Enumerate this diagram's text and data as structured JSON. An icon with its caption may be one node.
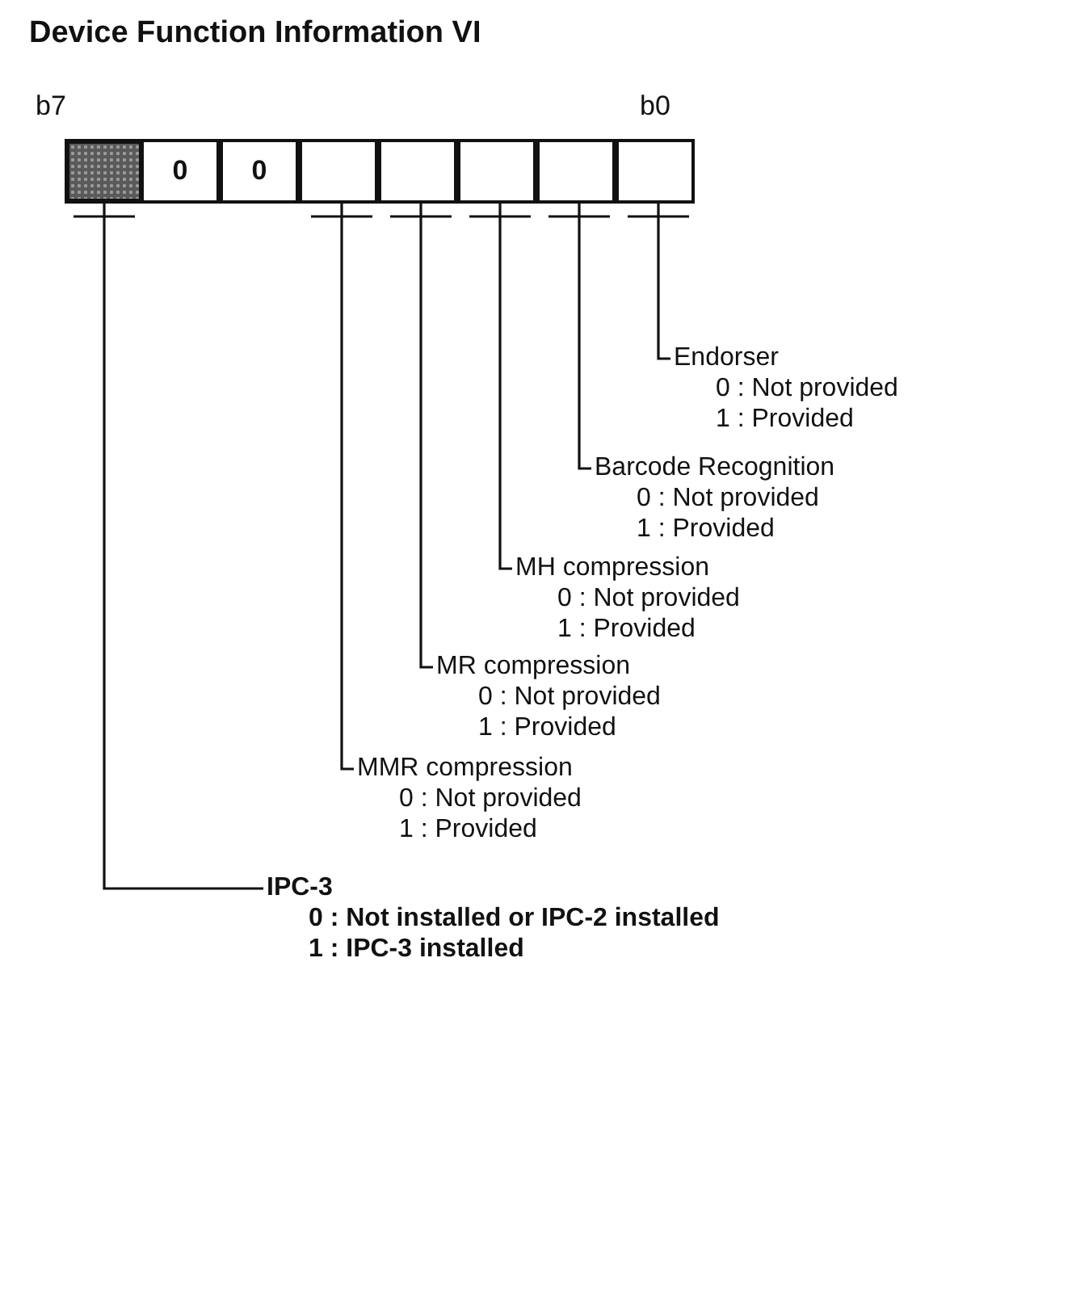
{
  "diagram": {
    "title": "Device Function Information VI",
    "nodes": [
      {
        "text": [],
        "shape": "box"
      },
      {
        "text": [
          "0"
        ]
      },
      {
        "text": [
          "0"
        ]
      },
      {
        "text": [],
        "shape": "box"
      },
      {
        "text": [],
        "shape": "box"
      },
      {
        "text": [],
        "shape": "box"
      },
      {
        "text": [],
        "shape": "box"
      },
      {
        "text": [],
        "shape": "box"
      },
      {
        "text": [
          "Endorser",
          "0 : Not provided",
          "1 : Provided"
        ]
      },
      {
        "text": [
          "Barcode Recognition",
          "0 : Not provided",
          "1 : Provided"
        ]
      },
      {
        "text": [
          "MH compression",
          "0 : Not provided",
          "1 : Provided"
        ]
      },
      {
        "text": [
          "MR compression",
          "0 : Not provided",
          "1 : Provided"
        ]
      },
      {
        "text": [
          "MMR compression",
          "0 : Not provided",
          "1 : Provided"
        ]
      },
      {
        "text": [
          "IPC-3",
          "0 : Not installed or IPC-2 installed",
          "1 : IPC-3 installed"
        ]
      }
    ],
    "edges": [
      {
        "from": 8,
        "to": 7,
        "arrow": "none"
      },
      {
        "from": 9,
        "to": 6,
        "arrow": "none"
      },
      {
        "from": 10,
        "to": 5,
        "arrow": "none"
      },
      {
        "from": 11,
        "to": 4,
        "arrow": "none"
      },
      {
        "from": 12,
        "to": 3,
        "arrow": "none"
      },
      {
        "from": 13,
        "to": 0,
        "arrow": "none"
      }
    ],
    "labels": [
      "b7",
      "b0"
    ]
  }
}
